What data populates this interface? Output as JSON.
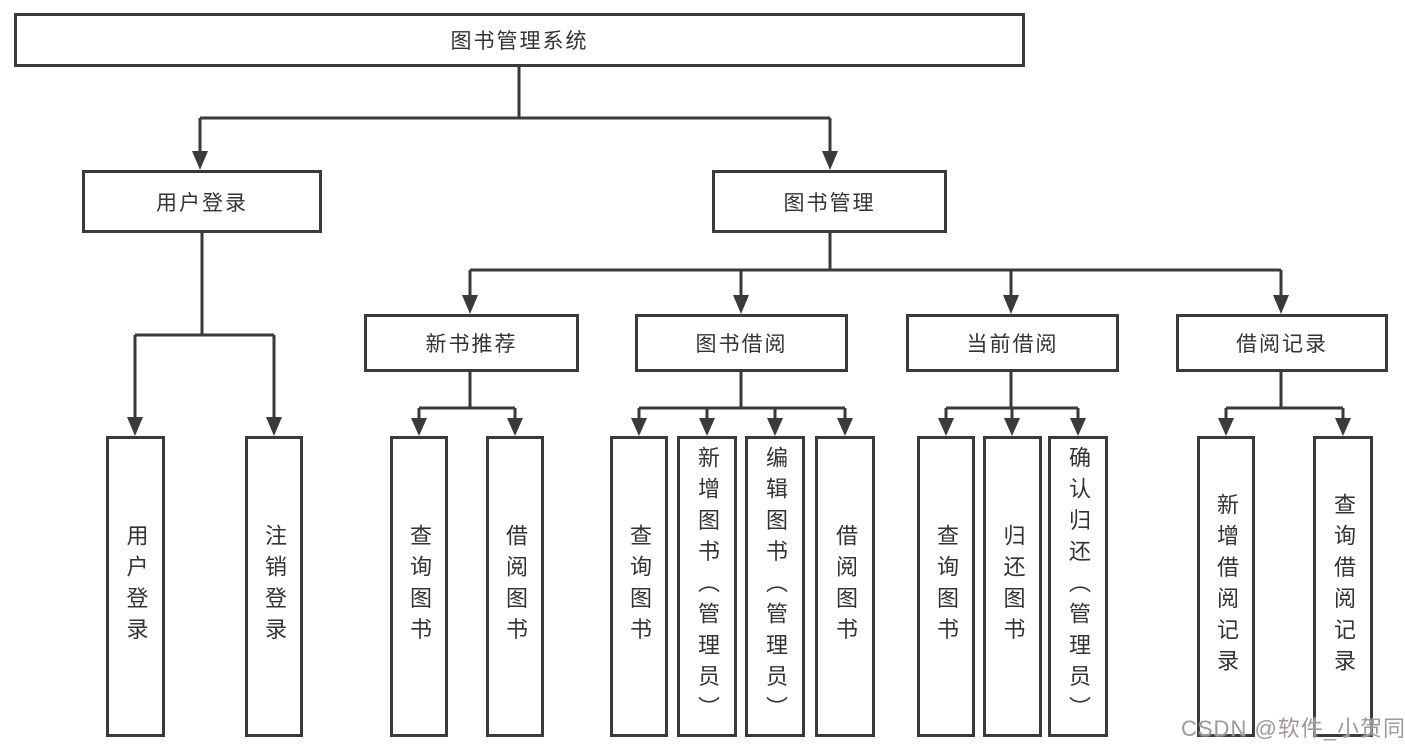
{
  "nodes": {
    "root": "图书管理系统",
    "user_login": "用户登录",
    "book_mgmt": "图书管理",
    "new_book": "新书推荐",
    "book_borrow": "图书借阅",
    "current_borrow": "当前借阅",
    "borrow_record": "借阅记录",
    "leaf_user_login": "用户登录",
    "leaf_logout": "注销登录",
    "nb_query": "查询图书",
    "nb_borrow": "借阅图书",
    "bb_query": "查询图书",
    "bb_add": "新增图书（管理员）",
    "bb_edit": "编辑图书（管理员）",
    "bb_borrow": "借阅图书",
    "cb_query": "查询图书",
    "cb_return": "归还图书",
    "cb_confirm": "确认归还（管理员）",
    "br_add": "新增借阅记录",
    "br_query": "查询借阅记录"
  },
  "watermark": "CSDN @软件_小贺同学",
  "colors": {
    "line": "#3a3a3a",
    "text": "#333333",
    "watermark": "#9f9898",
    "background": "#ffffff"
  }
}
